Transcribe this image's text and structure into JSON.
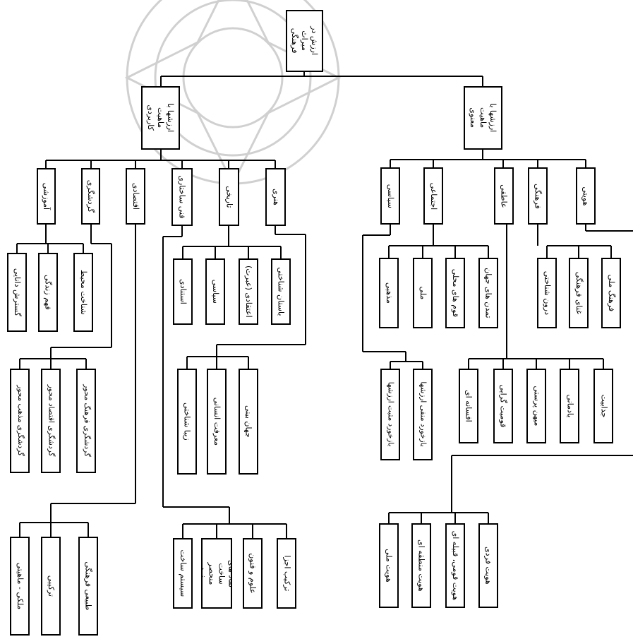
{
  "root": "ارزش در میراث فرهنگی",
  "level1": {
    "right": "ارزشها با ماهیت معنوی",
    "left": "ارزشها با ماهیت کاربردی"
  },
  "right_branch": {
    "heviyati": "هویتی",
    "farhangi": "فرهنگی",
    "atefi": "عاطفی",
    "ejtemaei": "اجتماعی",
    "siasi": "سیاسی",
    "farhangi_children": [
      "فرهنگ ملی",
      "غنای فرهنگی",
      "درون شناختی"
    ],
    "ejtemaei_children": [
      "تمدن های جهان",
      "قوم های محلی",
      "ملی",
      "مذهبی"
    ],
    "siasi_children": [
      "بازخورد منفی ارزشها",
      "بازخورد مثبت ارزشها"
    ],
    "atefi_children": [
      "جذابیت",
      "یادمانی",
      "میهن پرستی",
      "قومیت گرایی",
      "افسانه ای"
    ],
    "heviyati_children": [
      "هویت فردی",
      "هویت قومی، قبیله ای",
      "هویت منطقه ای",
      "هویت ملی"
    ]
  },
  "left_branch": {
    "honari": "هنری",
    "tarikhi": "تاریخی",
    "fani": "فنی ساختاری",
    "eqtesadi": "اقتصادی",
    "gardeshgari": "گردشگری",
    "amoozeshi": "آموزشی",
    "amoozeshi_children": [
      "شناخت محیط",
      "فهم زندگی",
      "گسترش دانایی"
    ],
    "tarikhi_children": [
      "باستان شناختی",
      "اعتقادی (عبرت)",
      "سیاسی",
      "استنادی"
    ],
    "gardeshgari_children": [
      "گردشگری فرهنگ محور",
      "گردشگری اقتصاد محور",
      "گردشگری مذهب محور"
    ],
    "honari_children": [
      "جهان بینی",
      "معرفت انسانی",
      "زیبا شناختی"
    ],
    "eqtesadi_children": [
      "طبیعی فرهنگی",
      "ترکیبی",
      "ملکی - ماهیتی"
    ],
    "fani_children": [
      "ترکیب اجزا",
      "علوم و فنون",
      "نماد های ساخت منحصر بفرد",
      "سیستم ساخت"
    ]
  }
}
